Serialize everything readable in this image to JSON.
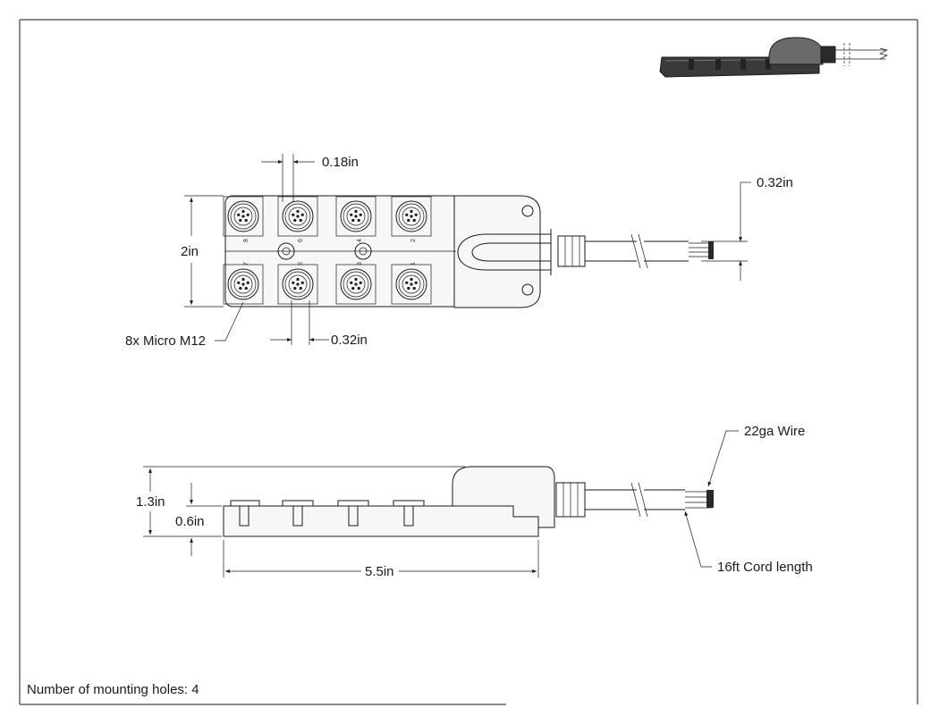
{
  "dimensions": {
    "pin_spacing": "0.18in",
    "cable_width": "0.32in",
    "width": "2in",
    "port_spacing": "0.32in",
    "height_total": "1.3in",
    "height_base": "0.6in",
    "length": "5.5in"
  },
  "callouts": {
    "connectors": "8x Micro M12",
    "wire": "22ga Wire",
    "cord": "16ft Cord length"
  },
  "ports": {
    "top_row": [
      "8",
      "6",
      "4",
      "2"
    ],
    "bottom_row": [
      "7",
      "5",
      "3",
      "1"
    ]
  },
  "footer": {
    "mounting_holes": "Number of mounting holes: 4"
  },
  "colors": {
    "line": "#1a1a1a",
    "fill_light": "#f7f7f7",
    "fill_dark": "#3a3a3a"
  }
}
